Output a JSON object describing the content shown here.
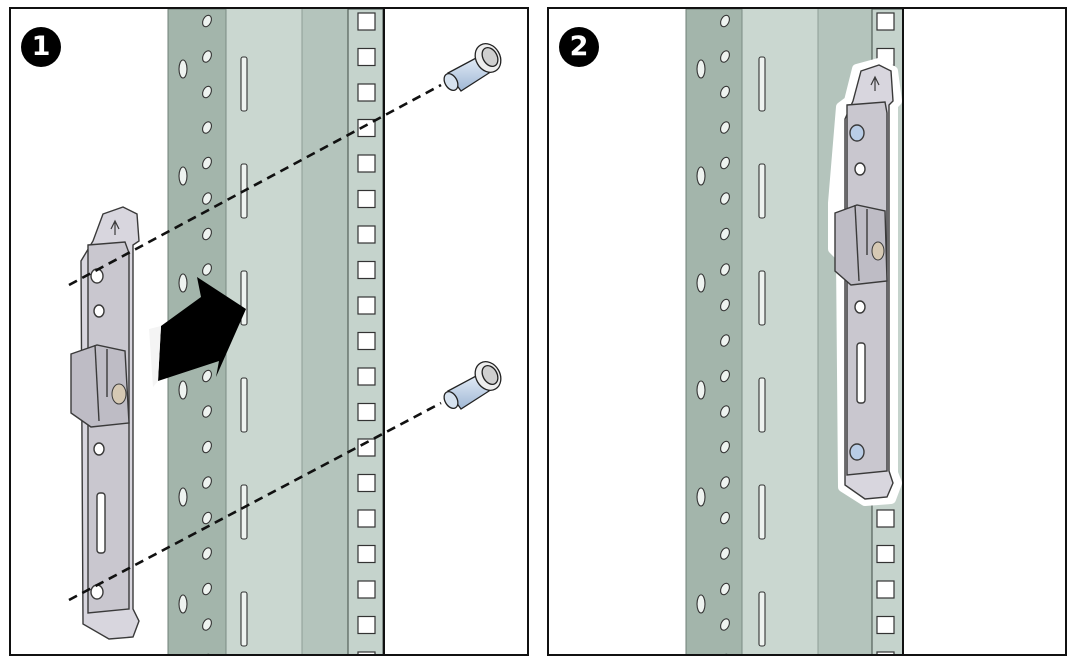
{
  "panels": [
    {
      "step": "1"
    },
    {
      "step": "2"
    }
  ],
  "colors": {
    "rail_dark": "#a3b5ab",
    "rail_mid": "#bccbc3",
    "rail_light": "#cad7d0",
    "bracket": "#c9c7cf",
    "bracket_edge": "#3a3a3a",
    "screw_shaft": "#b9cde6",
    "arrow": "#000000"
  },
  "icons": [
    "step-1-badge",
    "step-2-badge",
    "push-arrow-icon",
    "screw-icon",
    "mounting-bracket",
    "rack-rail"
  ]
}
